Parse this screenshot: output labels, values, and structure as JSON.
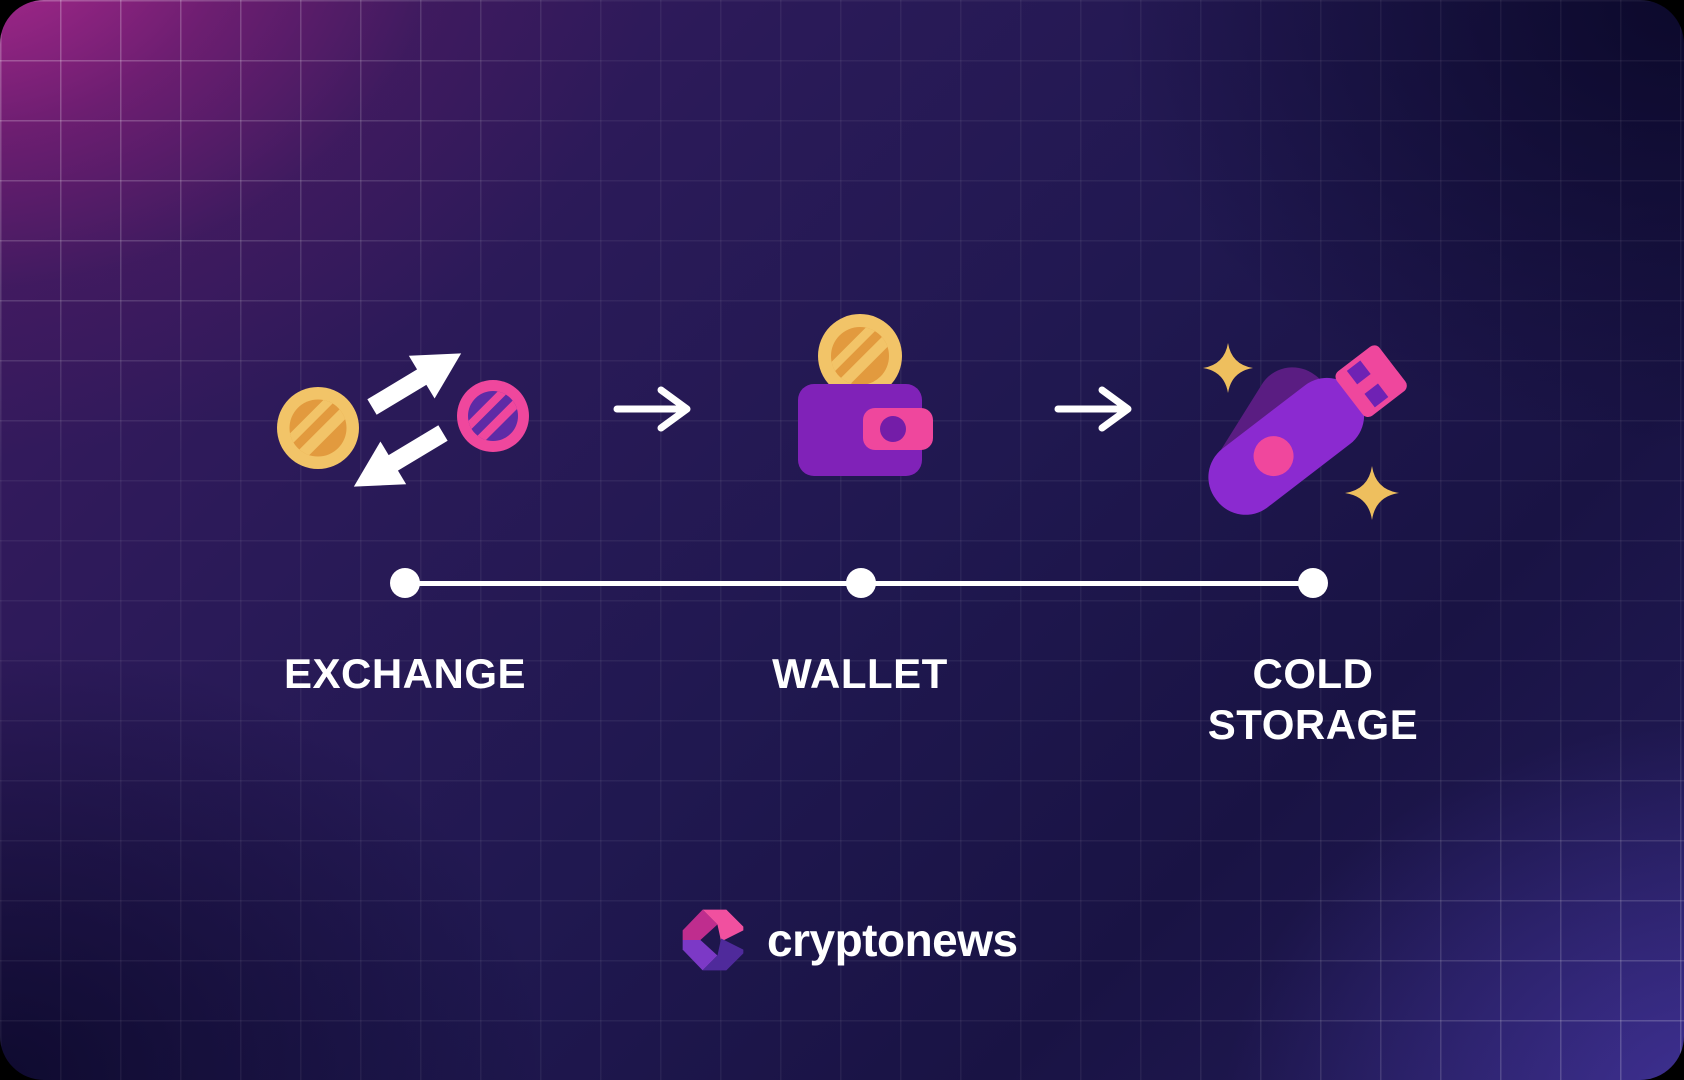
{
  "flow": {
    "steps": [
      {
        "id": "exchange",
        "label": "EXCHANGE",
        "icon": "coin-swap-icon"
      },
      {
        "id": "wallet",
        "label": "WALLET",
        "icon": "wallet-icon"
      },
      {
        "id": "cold-storage",
        "label": "COLD STORAGE",
        "icon": "usb-drive-icon"
      }
    ],
    "connector_icon": "arrow-right-icon",
    "timeline_points": 3
  },
  "branding": {
    "wordmark": "cryptonews",
    "logo_icon": "cryptonews-hexagon-logo"
  },
  "colors": {
    "background_navy": "#1e1850",
    "corner_glow_magenta": "#c32d98",
    "grid_line": "#ffffff",
    "gold": "#f2c468",
    "gold_dark": "#e29a3e",
    "pink": "#ef479d",
    "purple": "#8022b8",
    "usb_purple": "#8b2ad0",
    "usb_shadow_purple": "#5a1d82",
    "logo_magenta": "#bf2d8e",
    "logo_pink": "#f1509f",
    "logo_purple": "#7c39c6",
    "logo_dark_purple": "#4f2a9b",
    "white": "#ffffff"
  }
}
